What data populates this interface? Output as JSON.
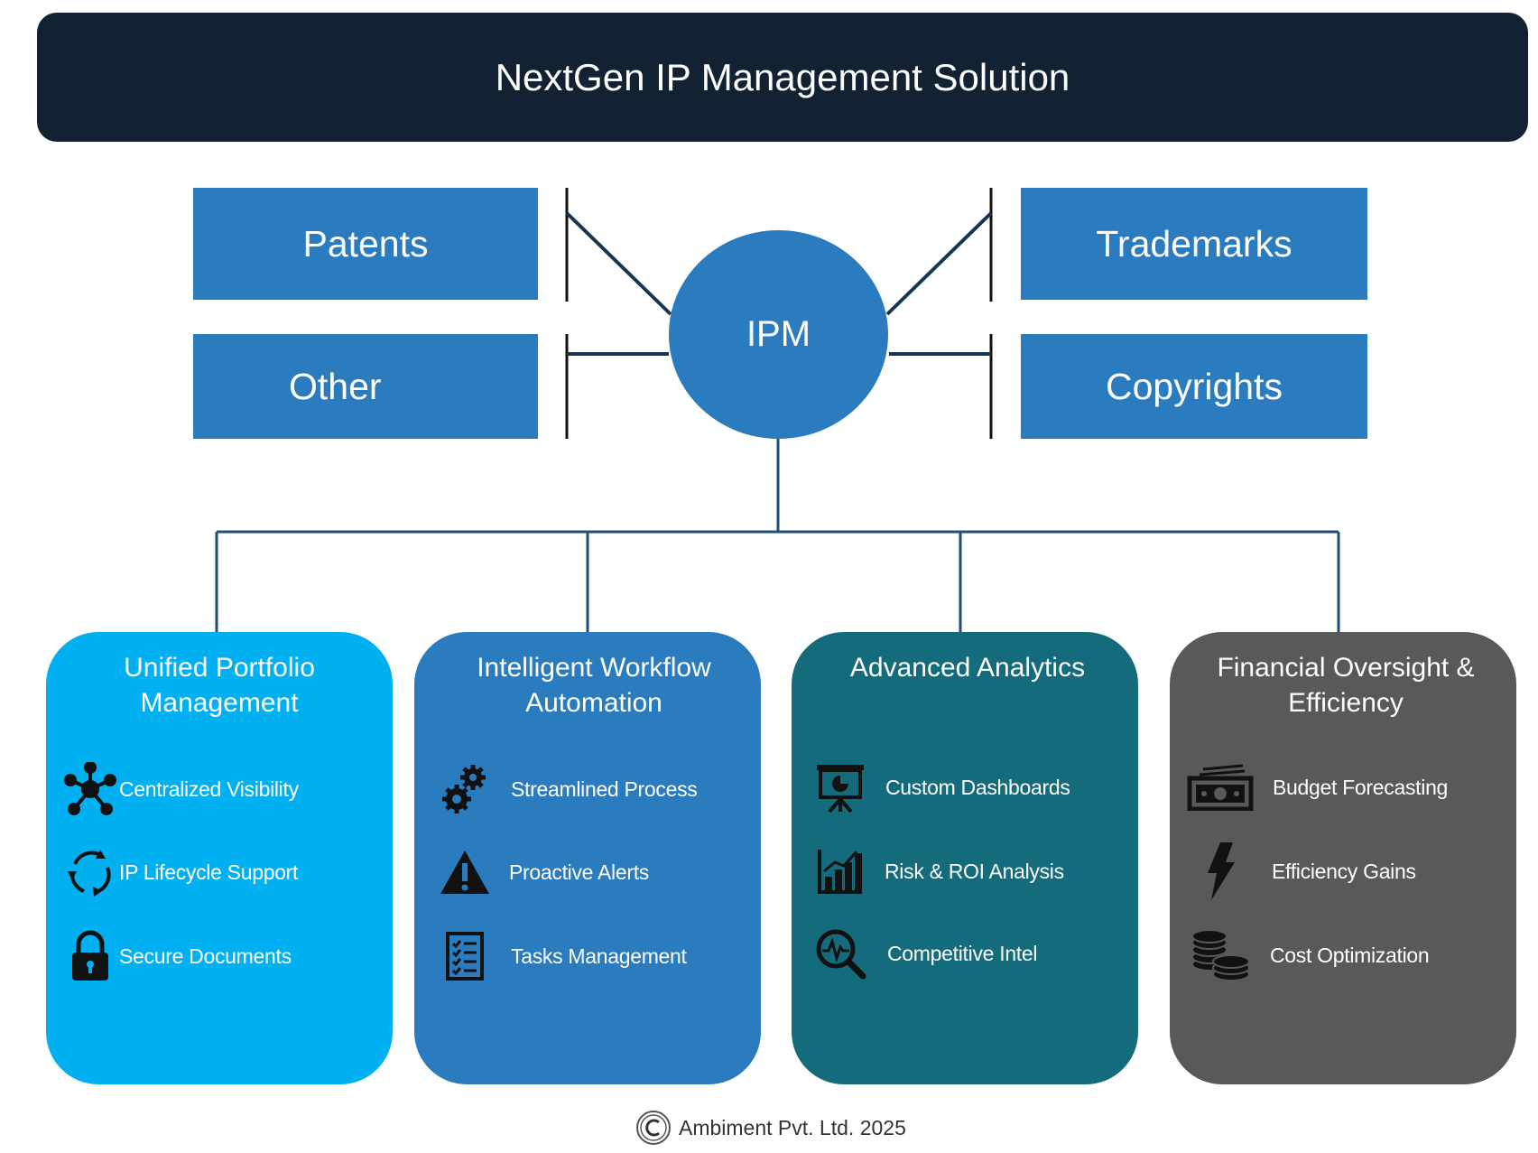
{
  "title": "NextGen IP Management Solution",
  "hub": {
    "label": "IPM"
  },
  "categories": {
    "patents": "Patents",
    "other": "Other",
    "trademarks": "Trademarks",
    "copyrights": "Copyrights"
  },
  "pillars": [
    {
      "title": "Unified Portfolio Management",
      "color": "#00b0f0",
      "items": [
        {
          "label": "Centralized Visibility",
          "icon": "network-hub-icon"
        },
        {
          "label": "IP Lifecycle Support",
          "icon": "cycle-arrows-icon"
        },
        {
          "label": "Secure Documents",
          "icon": "padlock-icon"
        }
      ]
    },
    {
      "title": "Intelligent Workflow Automation",
      "color": "#2b7bbf",
      "items": [
        {
          "label": "Streamlined Process",
          "icon": "gears-icon"
        },
        {
          "label": "Proactive Alerts",
          "icon": "warning-icon"
        },
        {
          "label": "Tasks Management",
          "icon": "checklist-icon"
        }
      ]
    },
    {
      "title": "Advanced Analytics",
      "color": "#136b7b",
      "items": [
        {
          "label": "Custom Dashboards",
          "icon": "presentation-chart-icon"
        },
        {
          "label": "Risk & ROI Analysis",
          "icon": "bar-chart-icon"
        },
        {
          "label": "Competitive Intel",
          "icon": "magnifier-pulse-icon"
        }
      ]
    },
    {
      "title": "Financial Oversight & Efficiency",
      "color": "#595959",
      "items": [
        {
          "label": "Budget Forecasting",
          "icon": "cash-stack-icon"
        },
        {
          "label": "Efficiency Gains",
          "icon": "lightning-icon"
        },
        {
          "label": "Cost Optimization",
          "icon": "coins-icon"
        }
      ]
    }
  ],
  "footer": {
    "text": "Ambiment Pvt. Ltd. 2025",
    "icon": "copyright-icon"
  },
  "colors": {
    "title_bar": "#132233",
    "box_blue": "#2b7bbf",
    "connector": "#1f4e79"
  }
}
